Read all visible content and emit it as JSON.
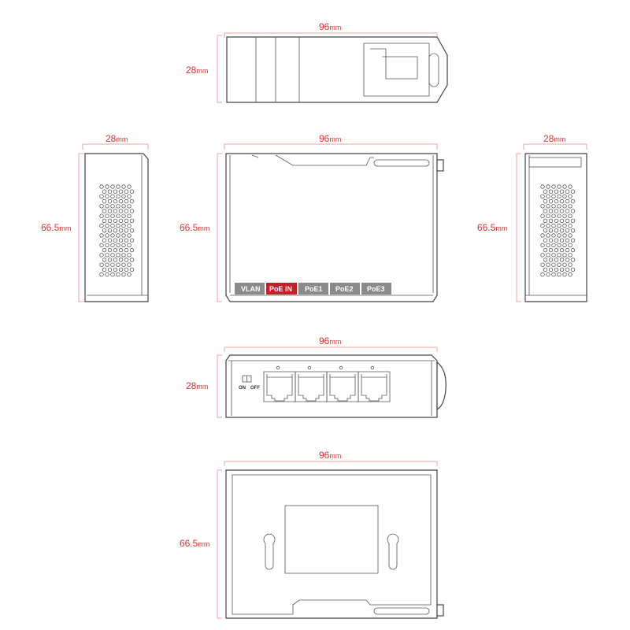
{
  "dimensions": {
    "width": {
      "value": "96",
      "unit": "mm"
    },
    "height": {
      "value": "66.5",
      "unit": "mm"
    },
    "depth": {
      "value": "28",
      "unit": "mm"
    }
  },
  "front_panel_labels": [
    {
      "text": "VLAN",
      "color": "#8a8a8a"
    },
    {
      "text": "PoE IN",
      "color": "#c0202a"
    },
    {
      "text": "PoE1",
      "color": "#8a8a8a"
    },
    {
      "text": "PoE2",
      "color": "#8a8a8a"
    },
    {
      "text": "PoE3",
      "color": "#8a8a8a"
    }
  ],
  "switch_labels": {
    "on": "ON",
    "off": "OFF"
  },
  "colors": {
    "dimension": "#e0312f",
    "outline": "#444444"
  }
}
